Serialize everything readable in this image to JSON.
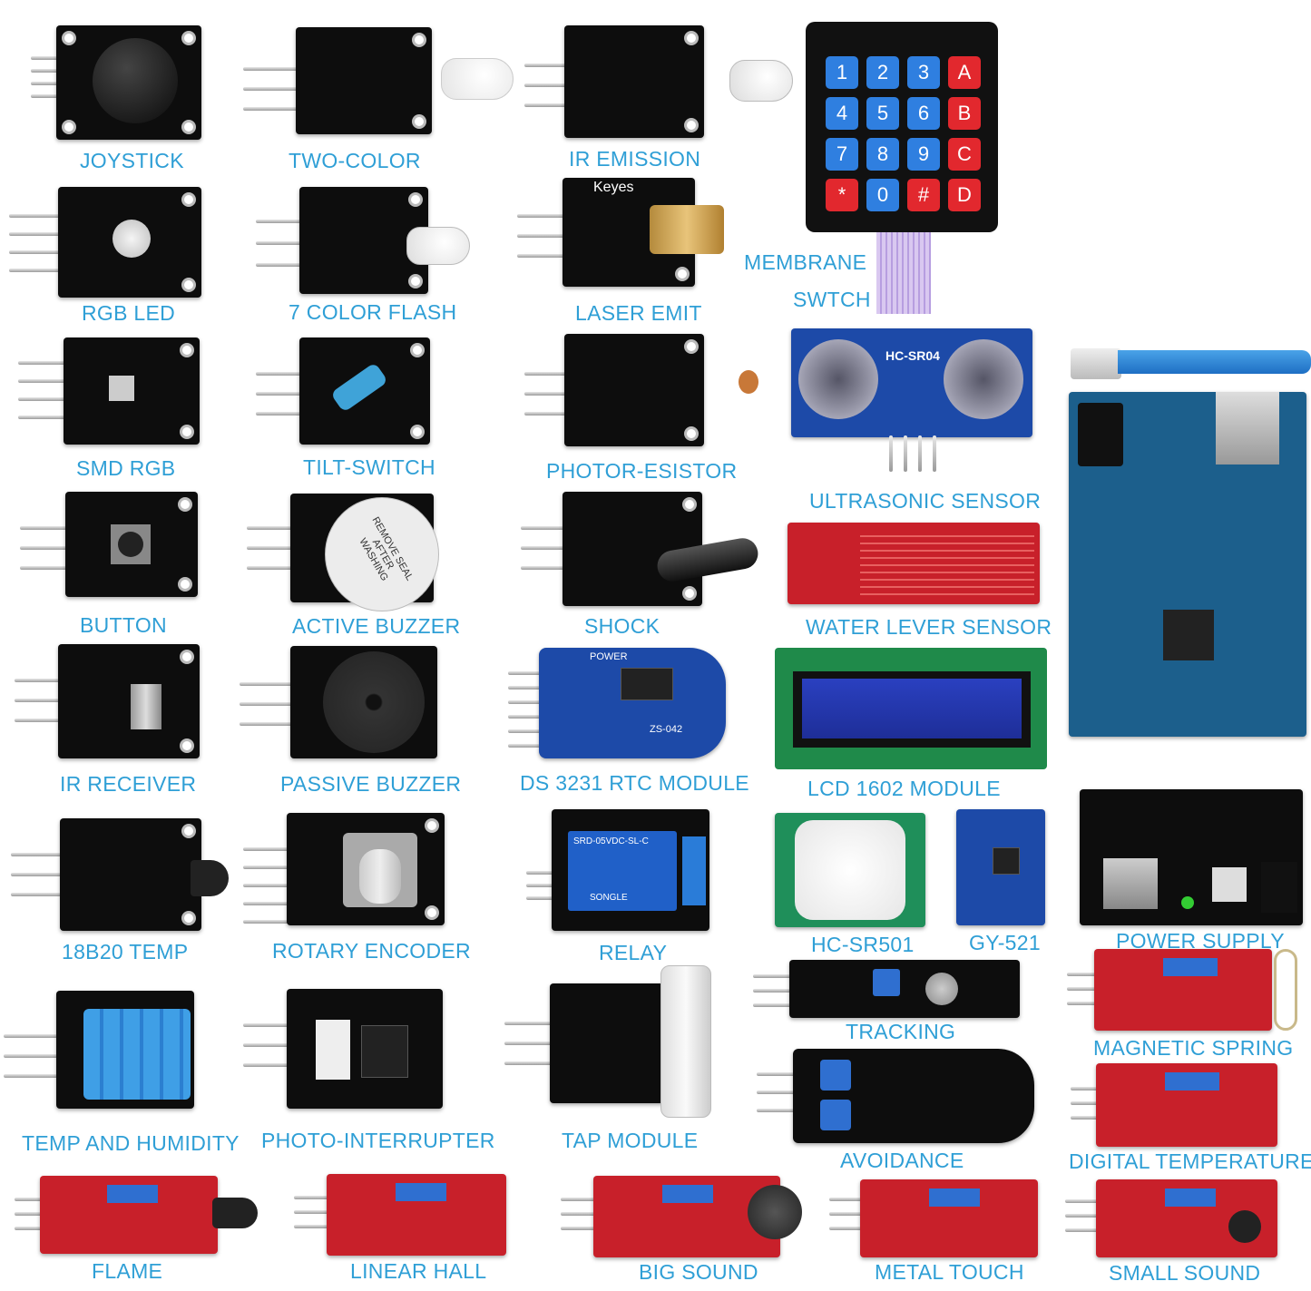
{
  "labels": {
    "joystick": "JOYSTICK",
    "two_color": "TWO-COLOR",
    "ir_emission": "IR EMISSION",
    "membrane_1": "MEMBRANE",
    "membrane_2": "SWTCH",
    "rgb_led": "RGB LED",
    "color_flash": "7 COLOR FLASH",
    "laser_emit": "LASER EMIT",
    "smd_rgb": "SMD RGB",
    "tilt_switch": "TILT-SWITCH",
    "photoresistor": "PHOTOR-ESISTOR",
    "ultrasonic": "ULTRASONIC SENSOR",
    "button": "BUTTON",
    "active_buzzer": "ACTIVE BUZZER",
    "shock": "SHOCK",
    "water_level": "WATER LEVER SENSOR",
    "ir_receiver": "IR RECEIVER",
    "passive_buzzer": "PASSIVE BUZZER",
    "rtc": "DS 3231 RTC MODULE",
    "lcd": "LCD 1602 MODULE",
    "temp_18b20": "18B20 TEMP",
    "rotary": "ROTARY ENCODER",
    "relay": "RELAY",
    "hc_sr501": "HC-SR501",
    "gy_521": "GY-521",
    "power_supply": "POWER SUPPLY",
    "tracking": "TRACKING",
    "magnetic_spring": "MAGNETIC SPRING",
    "temp_humidity": "TEMP AND HUMIDITY",
    "photo_interrupter": "PHOTO-INTERRUPTER",
    "tap_module": "TAP MODULE",
    "avoidance": "AVOIDANCE",
    "digital_temp": "DIGITAL TEMPERATURE",
    "flame": "FLAME",
    "linear_hall": "LINEAR HALL",
    "big_sound": "BIG SOUND",
    "metal_touch": "METAL TOUCH",
    "small_sound": "SMALL SOUND"
  },
  "keypad": {
    "keys": [
      "1",
      "2",
      "3",
      "A",
      "4",
      "5",
      "6",
      "B",
      "7",
      "8",
      "9",
      "C",
      "*",
      "0",
      "#",
      "D"
    ]
  },
  "board_text": {
    "ultrasonic_model": "HC-SR04",
    "laser_brand": "Keyes",
    "rtc_model": "ZS-042",
    "rtc_power": "POWER",
    "relay_model": "SRD-05VDC-SL-C",
    "relay_brand": "SONGLE",
    "buzzer_sticker": "REMOVE SEAL AFTER WASHING"
  },
  "colors": {
    "label": "#2f9fd6",
    "board_black": "#0d0d0d",
    "board_red": "#c8202a",
    "board_blue": "#1d4aa8",
    "key_blue": "#2f7fe0",
    "key_red": "#e2282e"
  }
}
